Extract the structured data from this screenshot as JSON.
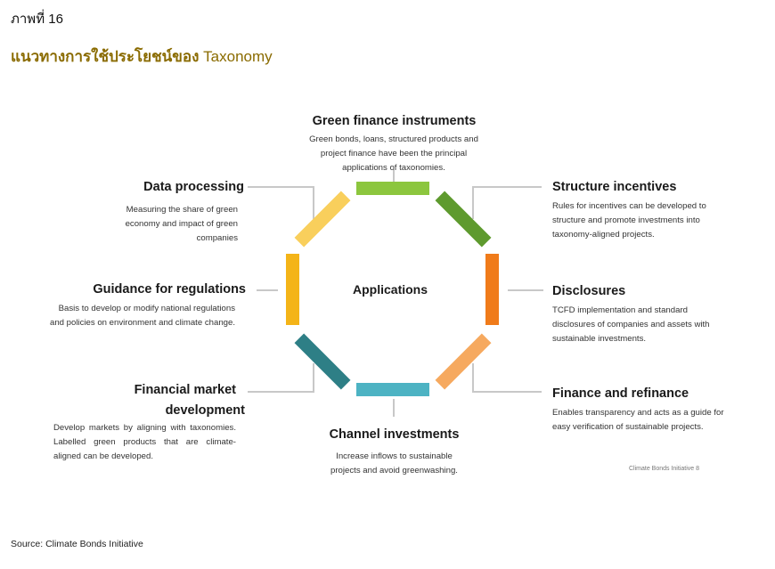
{
  "figure_label": "ภาพที่ 16",
  "title_thai": "แนวทางการใช้ประโยชน์ของ",
  "title_latin": "Taxonomy",
  "center_label": "Applications",
  "nodes": [
    {
      "key": "green_finance",
      "heading": "Green finance instruments",
      "description": "Green bonds, loans, structured products and project finance have been the principal applications of taxonomies.",
      "color": "#8cc63e"
    },
    {
      "key": "structure_incentives",
      "heading": "Structure incentives",
      "description": "Rules for incentives can be developed to structure and promote investments into taxonomy-aligned projects.",
      "color": "#5e9a2e"
    },
    {
      "key": "disclosures",
      "heading": "Disclosures",
      "description": "TCFD implementation and standard disclosures of companies and assets with sustainable investments.",
      "color": "#f07b1a"
    },
    {
      "key": "finance_refinance",
      "heading": "Finance and refinance",
      "description": "Enables transparency and acts as a guide for easy verification of sustainable projects.",
      "color": "#f6a95f"
    },
    {
      "key": "channel_investments",
      "heading": "Channel investments",
      "description": "Increase inflows to sustainable projects and avoid greenwashing.",
      "color": "#4db3c3"
    },
    {
      "key": "financial_market",
      "heading_line1": "Financial market",
      "heading_line2": "development",
      "description": "Develop markets by aligning with taxonomies. Labelled green products that are climate-aligned can be developed.",
      "color": "#2e7f86"
    },
    {
      "key": "guidance_regulations",
      "heading": "Guidance for regulations",
      "description": "Basis to develop or modify national regulations and policies on environment and climate change.",
      "color": "#f4b418"
    },
    {
      "key": "data_processing",
      "heading": "Data processing",
      "description": "Measuring the share of green economy and impact of green companies",
      "color": "#f9cf5c"
    }
  ],
  "credit": "Climate Bonds Initiative 8",
  "source": "Source: Climate Bonds Initiative"
}
